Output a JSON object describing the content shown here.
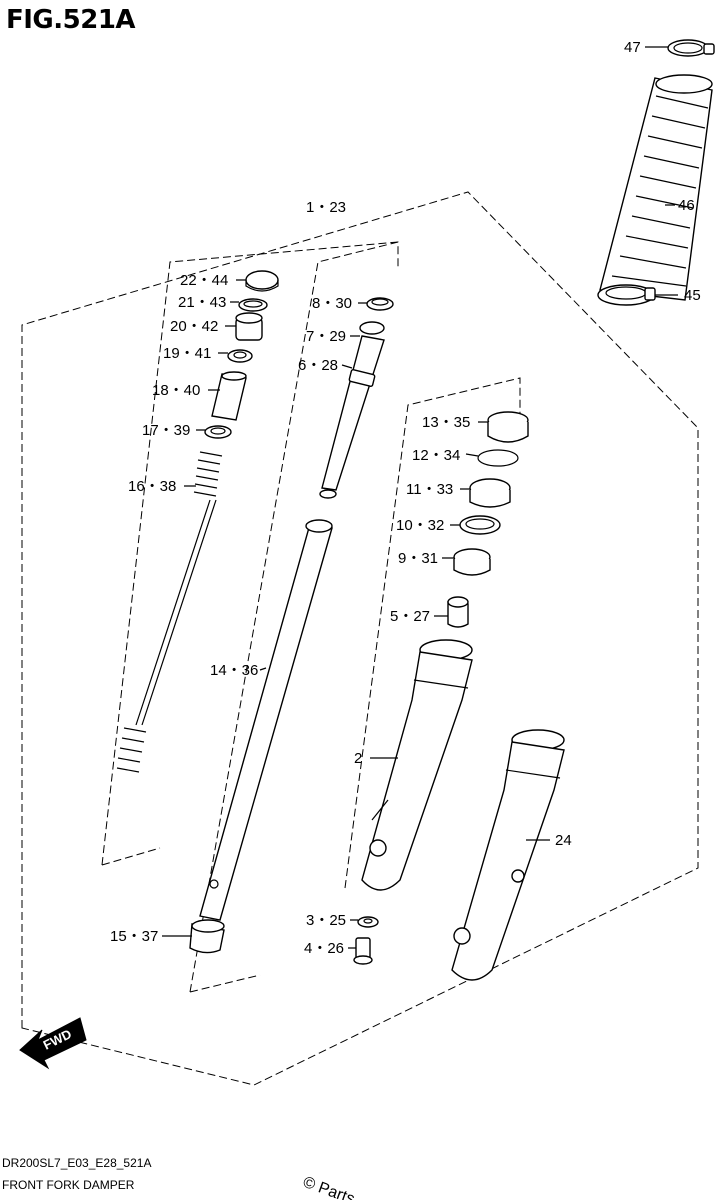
{
  "figure": {
    "title": "FIG.521A",
    "model_code": "DR200SL7_E03_E28_521A",
    "caption": "FRONT FORK DAMPER",
    "watermark": "© Parts",
    "fwd_label": "FWD"
  },
  "callouts": {
    "c_47": "47",
    "c_46": "46",
    "c_45": "45",
    "c_1_23": "1・23",
    "c_22_44": "22・44",
    "c_21_43": "21・43",
    "c_20_42": "20・42",
    "c_19_41": "19・41",
    "c_18_40": "18・40",
    "c_17_39": "17・39",
    "c_16_38": "16・38",
    "c_8_30": "8・30",
    "c_7_29": "7・29",
    "c_6_28": "6・28",
    "c_13_35": "13・35",
    "c_12_34": "12・34",
    "c_11_33": "11・33",
    "c_10_32": "10・32",
    "c_9_31": "9・31",
    "c_5_27": "5・27",
    "c_14_36": "14・36",
    "c_2": "2",
    "c_24": "24",
    "c_3_25": "3・25",
    "c_4_26": "4・26",
    "c_15_37": "15・37"
  }
}
